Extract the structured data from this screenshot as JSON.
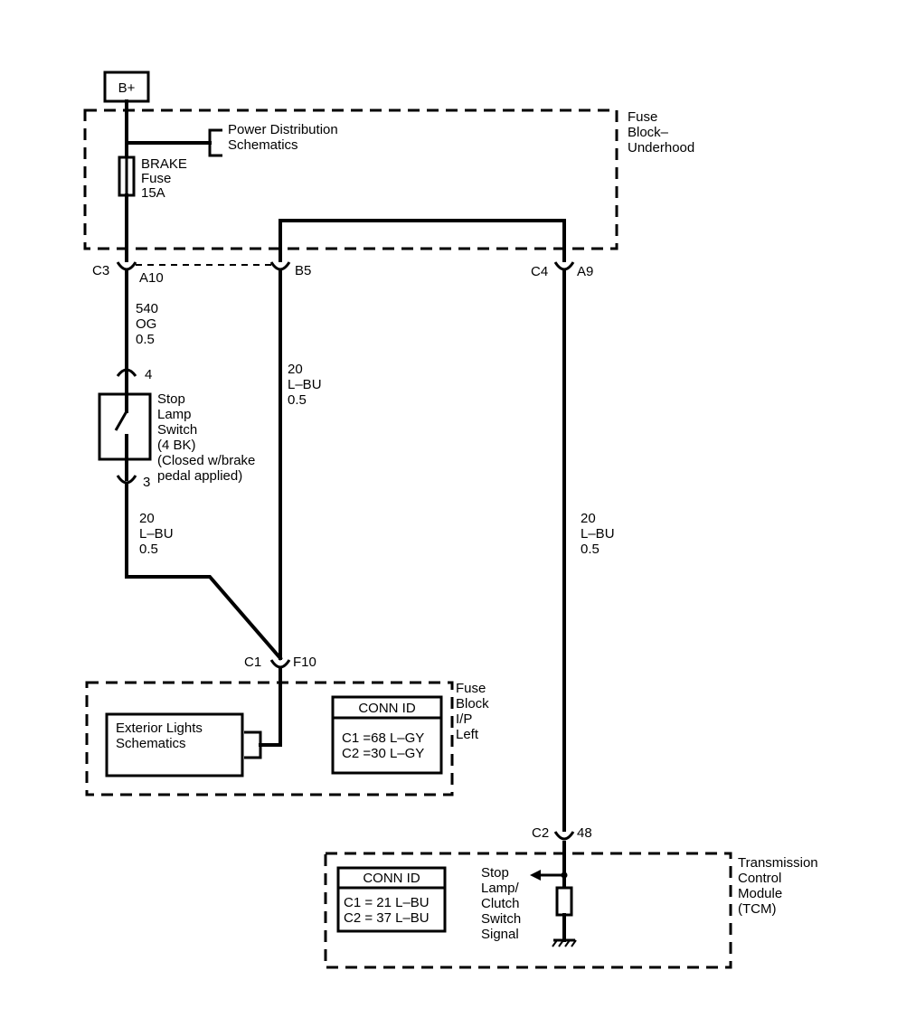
{
  "power": {
    "label": "B+"
  },
  "fuse_block_underhood": {
    "lines": [
      "Fuse",
      "Block–",
      "Underhood"
    ]
  },
  "power_distribution": {
    "lines": [
      "Power Distribution",
      "Schematics"
    ]
  },
  "brake_fuse": {
    "lines": [
      "BRAKE",
      "Fuse",
      "15A"
    ]
  },
  "connectors": {
    "c3": "C3",
    "a10": "A10",
    "b5": "B5",
    "c4": "C4",
    "a9": "A9",
    "c1": "C1",
    "f10": "F10",
    "c2": "C2",
    "pin48": "48",
    "pin4": "4",
    "pin3": "3"
  },
  "wires": {
    "w540": [
      "540",
      "OG",
      "0.5"
    ],
    "w20_mid": [
      "20",
      "L–BU",
      "0.5"
    ],
    "w20_left": [
      "20",
      "L–BU",
      "0.5"
    ],
    "w20_right": [
      "20",
      "L–BU",
      "0.5"
    ]
  },
  "stop_lamp_switch": {
    "lines": [
      "Stop",
      "Lamp",
      "Switch",
      "(4 BK)",
      "(Closed w/brake",
      "pedal applied)"
    ]
  },
  "fuse_block_ip": {
    "lines": [
      "Fuse",
      "Block",
      "I/P",
      "Left"
    ]
  },
  "exterior_lights": {
    "lines": [
      "Exterior Lights",
      "Schematics"
    ]
  },
  "conn_id_ip": {
    "title": "CONN ID",
    "rows": [
      "C1 =68 L–GY",
      "C2 =30 L–GY"
    ]
  },
  "tcm": {
    "lines": [
      "Transmission",
      "Control",
      "Module",
      "(TCM)"
    ]
  },
  "conn_id_tcm": {
    "title": "CONN ID",
    "rows": [
      "C1 = 21 L–BU",
      "C2 = 37 L–BU"
    ]
  },
  "stop_signal": {
    "lines": [
      "Stop",
      "Lamp/",
      "Clutch",
      "Switch",
      "Signal"
    ]
  }
}
